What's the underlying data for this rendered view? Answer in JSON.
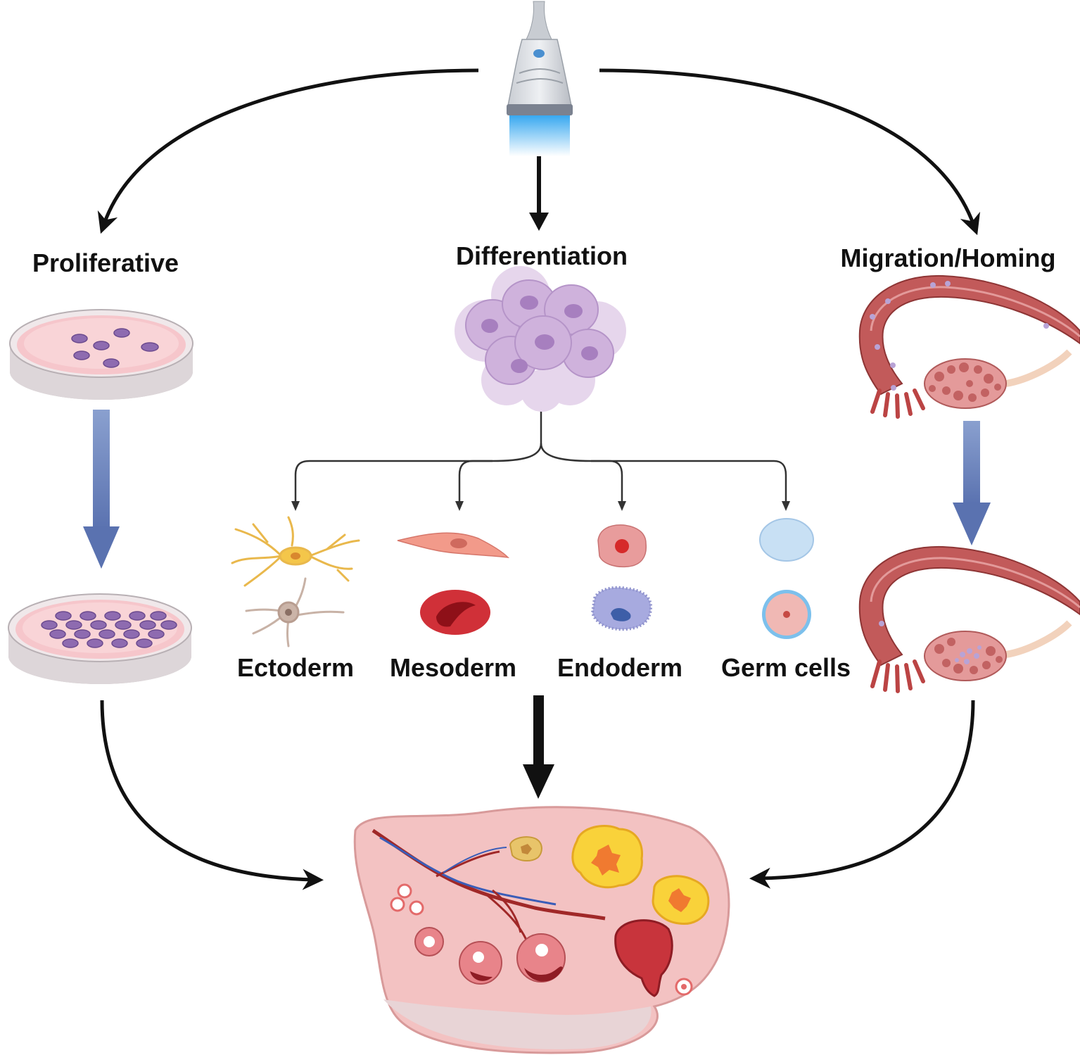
{
  "labels": {
    "proliferative": "Proliferative",
    "differentiation": "Differentiation",
    "migration": "Migration/Homing",
    "ectoderm": "Ectoderm",
    "mesoderm": "Mesoderm",
    "endoderm": "Endoderm",
    "germ_cells": "Germ cells"
  },
  "icons": {
    "probe": "ultrasound-probe-icon",
    "dish": "petri-dish-icon",
    "cluster": "stem-cell-cluster-icon",
    "uterus": "uterus-ovary-icon",
    "ovary": "ovary-follicles-icon",
    "neuron": "neuron-icon",
    "fibroblast": "fibroblast-icon",
    "rbc": "red-blood-cell-icon",
    "hepatocyte": "hepatocyte-icon",
    "epithelial": "villous-cell-icon",
    "oocyte": "oocyte-icon"
  },
  "colors": {
    "arrow": "#111111",
    "blue_arrow": "#6f87c0",
    "dish_medium": "#f6c9cc",
    "cell_purple": "#9b78b5",
    "tissue": "#e9a6a6",
    "tissue_dark": "#a84848",
    "yellow_follicle": "#f4c42c"
  }
}
